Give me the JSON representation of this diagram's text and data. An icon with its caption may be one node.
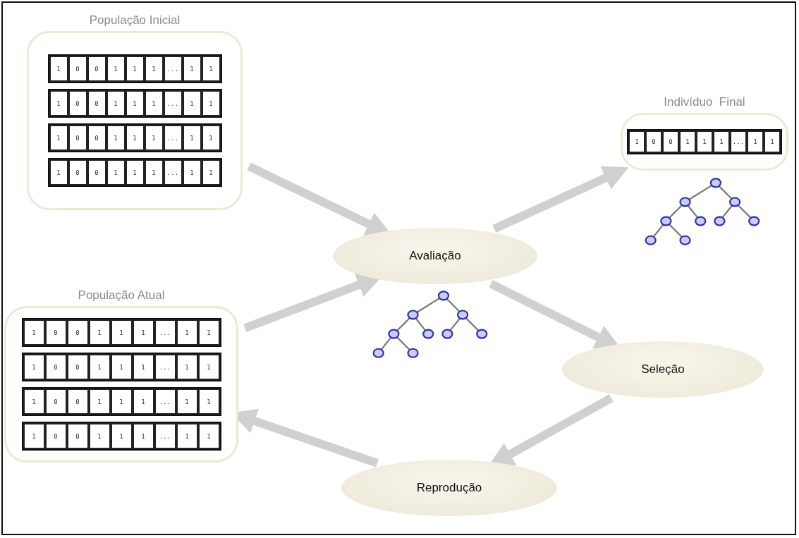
{
  "diagram": {
    "nodes": [
      {
        "text": [
          "População Inicial"
        ]
      },
      {
        "text": [
          "Indivíduo  Final"
        ]
      },
      {
        "text": [
          "Avaliação"
        ]
      },
      {
        "text": [
          "População Atual"
        ]
      },
      {
        "text": [
          "Seleção"
        ]
      },
      {
        "text": [
          "Reprodução"
        ]
      }
    ],
    "edges": [
      {
        "from": 0,
        "to": 2,
        "arrow": "to"
      },
      {
        "from": 3,
        "to": 2,
        "arrow": "to"
      },
      {
        "from": 2,
        "to": 1,
        "arrow": "to"
      },
      {
        "from": 2,
        "to": 4,
        "arrow": "to"
      },
      {
        "from": 4,
        "to": 5,
        "arrow": "to"
      },
      {
        "from": 5,
        "to": 3,
        "arrow": "to"
      }
    ],
    "labels": [
      "1",
      "0",
      "0",
      "1",
      "1",
      "1",
      "...",
      "1",
      "1",
      "1",
      "0",
      "0",
      "1",
      "1",
      "1",
      "...",
      "1",
      "1",
      "1",
      "0",
      "0",
      "1",
      "1",
      "1",
      "...",
      "1",
      "1",
      "1",
      "0",
      "0",
      "1",
      "1",
      "1",
      "...",
      "1",
      "1",
      "1",
      "0",
      "0",
      "1",
      "1",
      "1",
      "...",
      "1",
      "1",
      "1",
      "0",
      "0",
      "1",
      "1",
      "1",
      "...",
      "1",
      "1",
      "1",
      "0",
      "0",
      "1",
      "1",
      "1",
      "...",
      "1",
      "1",
      "1",
      "0",
      "0",
      "1",
      "1",
      "1",
      "...",
      "1",
      "1",
      "1",
      "0",
      "0",
      "1",
      "1",
      "1",
      "...",
      "1",
      "1"
    ]
  }
}
